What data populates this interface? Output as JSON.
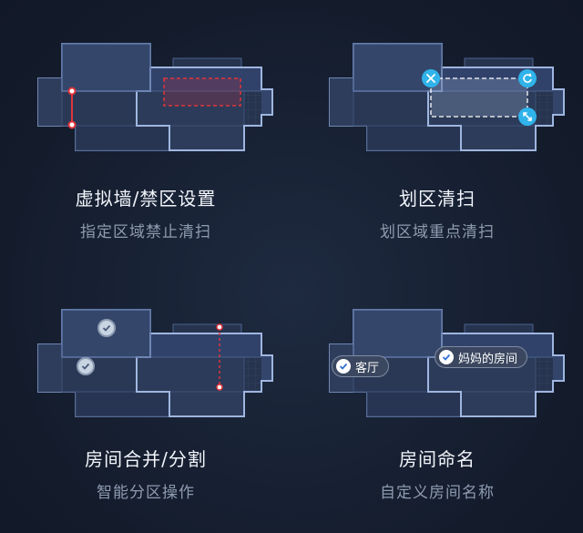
{
  "features": [
    {
      "title": "虚拟墙/禁区设置",
      "subtitle": "指定区域禁止清扫"
    },
    {
      "title": "划区清扫",
      "subtitle": "划区域重点清扫"
    },
    {
      "title": "房间合并/分割",
      "subtitle": "智能分区操作"
    },
    {
      "title": "房间命名",
      "subtitle": "自定义房间名称"
    }
  ],
  "room_tags": [
    "客厅",
    "妈妈的房间"
  ],
  "icons": {
    "zone_close": "close-icon",
    "zone_rotate": "rotate-icon",
    "zone_resize": "resize-icon",
    "room_select": "checkmark-icon"
  },
  "colors": {
    "background": "#141c2c",
    "room_fill": "#2b3a57",
    "room_outline": "#8aa4d0",
    "virtual_wall": "#e0353b",
    "zone_control": "#2fb3ea",
    "title_text": "#f2f5fa",
    "subtitle_text": "#8e9bb0"
  }
}
